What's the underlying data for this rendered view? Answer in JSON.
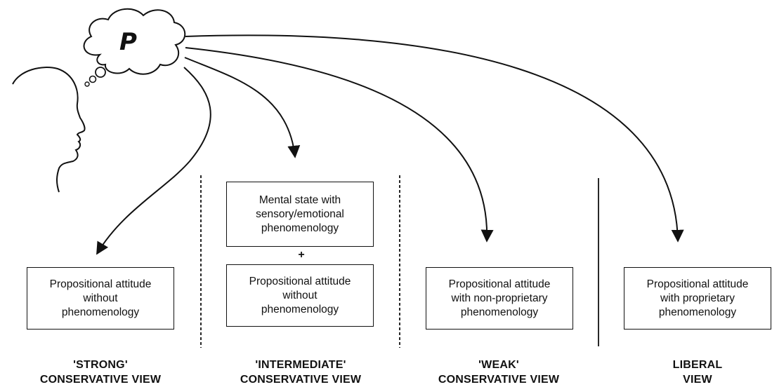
{
  "thought_bubble": {
    "label": "P"
  },
  "columns": [
    {
      "boxes": [
        {
          "text": "Propositional attitude\nwithout\nphenomenology"
        }
      ],
      "view": {
        "line1": "'STRONG'",
        "line2": "CONSERVATIVE VIEW"
      }
    },
    {
      "boxes": [
        {
          "text": "Mental state with\nsensory/emotional\nphenomenology"
        },
        {
          "text": "Propositional attitude\nwithout\nphenomenology"
        }
      ],
      "connector": "+",
      "view": {
        "line1": "'INTERMEDIATE'",
        "line2": "CONSERVATIVE VIEW"
      }
    },
    {
      "boxes": [
        {
          "text": "Propositional attitude\nwith non-proprietary\nphenomenology"
        }
      ],
      "view": {
        "line1": "'WEAK'",
        "line2": "CONSERVATIVE VIEW"
      }
    },
    {
      "boxes": [
        {
          "text": "Propositional attitude\nwith proprietary\nphenomenology"
        }
      ],
      "view": {
        "line1": "LIBERAL",
        "line2": "VIEW"
      }
    }
  ]
}
